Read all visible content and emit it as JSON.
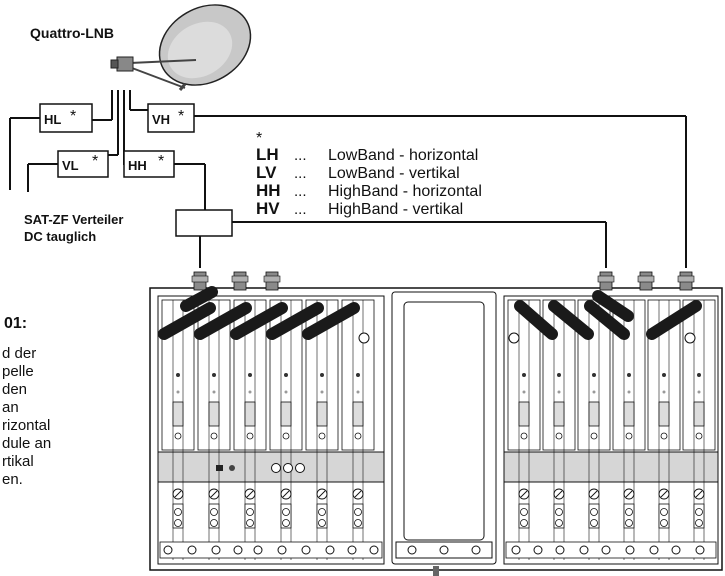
{
  "lnb_label": "Quattro-LNB",
  "box_mark": "*",
  "switch_boxes": [
    {
      "id": "lh",
      "text": "HL"
    },
    {
      "id": "lv",
      "text": "VL"
    },
    {
      "id": "hh",
      "text": "HH"
    },
    {
      "id": "hv",
      "text": "VH"
    }
  ],
  "legend": {
    "asterisk": "*",
    "rows": [
      {
        "code": "LH",
        "dots": "...",
        "desc": "LowBand - horizontal"
      },
      {
        "code": "LV",
        "dots": "...",
        "desc": "LowBand - vertikal"
      },
      {
        "code": "HH",
        "dots": "...",
        "desc": "HighBand - horizontal"
      },
      {
        "code": "HV",
        "dots": "...",
        "desc": "HighBand - vertikal"
      }
    ]
  },
  "splitter_label": [
    "SAT-ZF Verteiler",
    "DC tauglich"
  ],
  "side_note": {
    "title": "01:",
    "lines": [
      "d der",
      "pelle",
      "den",
      "an",
      "rizontal",
      "dule an",
      "rtikal",
      "en."
    ]
  },
  "colors": {
    "line": "#111111",
    "panel": "#d6d6d6",
    "band": "#1a1a1a",
    "connector": "#8a8a8a"
  }
}
